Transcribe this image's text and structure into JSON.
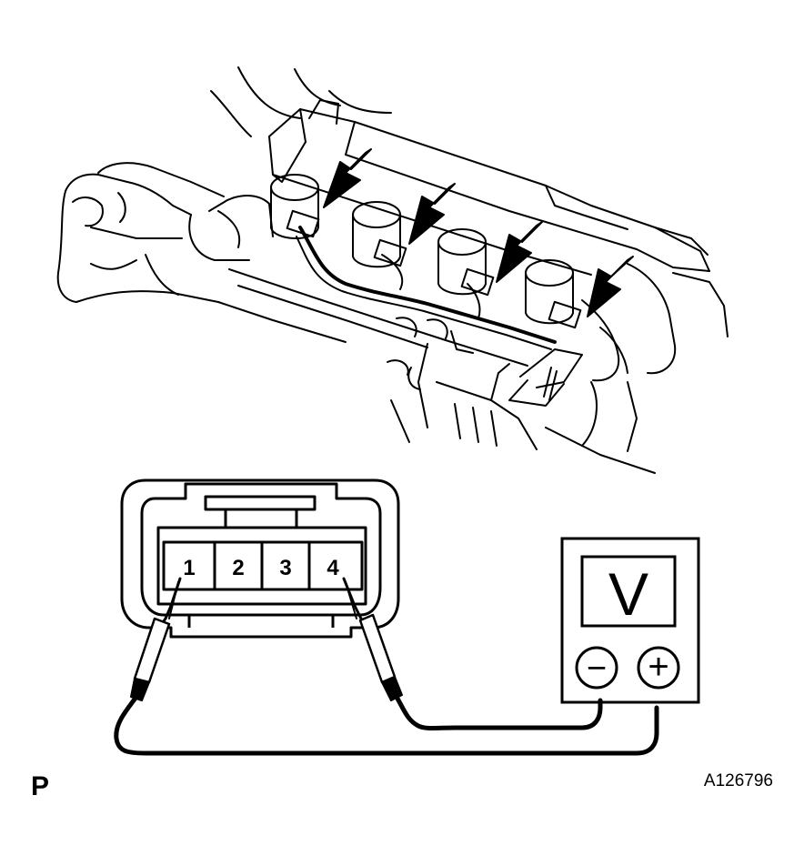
{
  "connector": {
    "pins": [
      "1",
      "2",
      "3",
      "4"
    ]
  },
  "voltmeter": {
    "unit_symbol": "V",
    "negative_terminal": "−",
    "positive_terminal": "+"
  },
  "corner_mark": "P",
  "figure_id": "A126796",
  "arrows_count": 4,
  "icons": [
    "downward-arrow-icon",
    "minus-icon",
    "plus-icon"
  ]
}
